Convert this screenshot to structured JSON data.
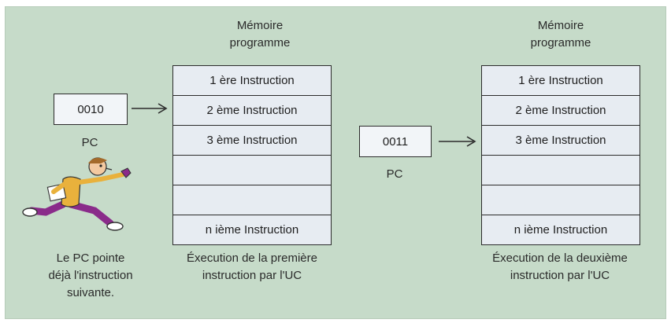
{
  "left": {
    "memory_title_line1": "Mémoire",
    "memory_title_line2": "programme",
    "pc_value": "0010",
    "pc_label": "PC",
    "cells": [
      "1 ère Instruction",
      "2 ème Instruction",
      "3 ème Instruction",
      "",
      "",
      "n ième Instruction"
    ],
    "caption_line1": "Éxecution de la première",
    "caption_line2": "instruction par l'UC",
    "note_line1": "Le PC pointe",
    "note_line2": "déjà l'instruction",
    "note_line3": "suivante."
  },
  "right": {
    "memory_title_line1": "Mémoire",
    "memory_title_line2": "programme",
    "pc_value": "0011",
    "pc_label": "PC",
    "cells": [
      "1 ère Instruction",
      "2 ème Instruction",
      "3 ème Instruction",
      "",
      "",
      "n ième Instruction"
    ],
    "caption_line1": "Éxecution de la deuxième",
    "caption_line2": "instruction par l'UC"
  },
  "colors": {
    "panel_bg": "#c6dbc9",
    "cell_bg": "#e7ecf2",
    "border": "#2b2b2b",
    "runner_shirt": "#e9b13c",
    "runner_pants": "#8a2b8a",
    "runner_hair": "#a46a2a"
  },
  "icons": [
    "runner-illustration-icon",
    "arrow-right-icon"
  ]
}
